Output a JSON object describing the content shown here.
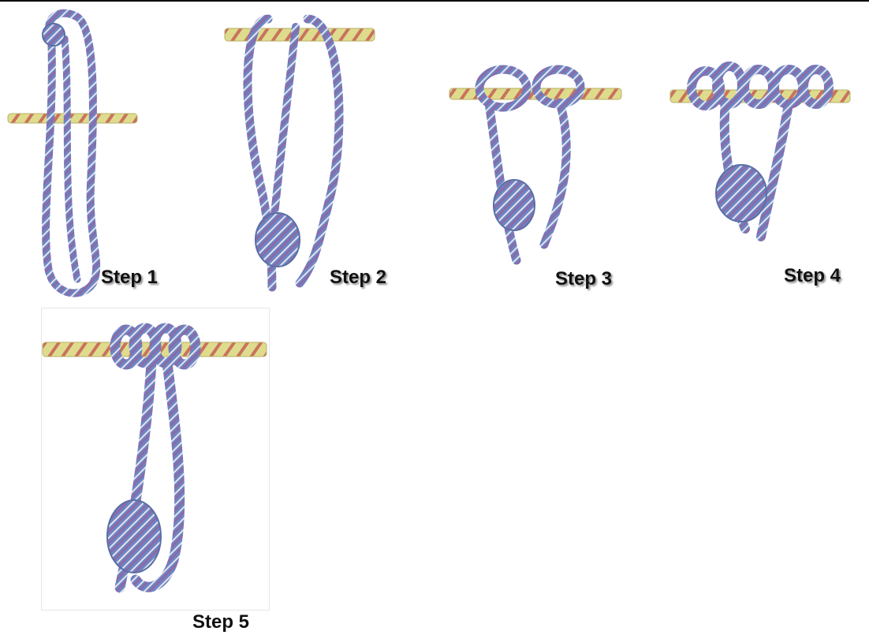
{
  "steps": [
    {
      "label": "Step 1"
    },
    {
      "label": "Step 2"
    },
    {
      "label": "Step 3"
    },
    {
      "label": "Step 4"
    },
    {
      "label": "Step 5"
    }
  ],
  "colors": {
    "rope_blue": "#6a86c4",
    "rope_purple": "#8d6aa8",
    "rope_pink": "#d48aa6",
    "rope_white": "#e7e2ea",
    "pole_yellow": "#dedc8c",
    "pole_red": "#c9725f",
    "text": "#111111"
  }
}
